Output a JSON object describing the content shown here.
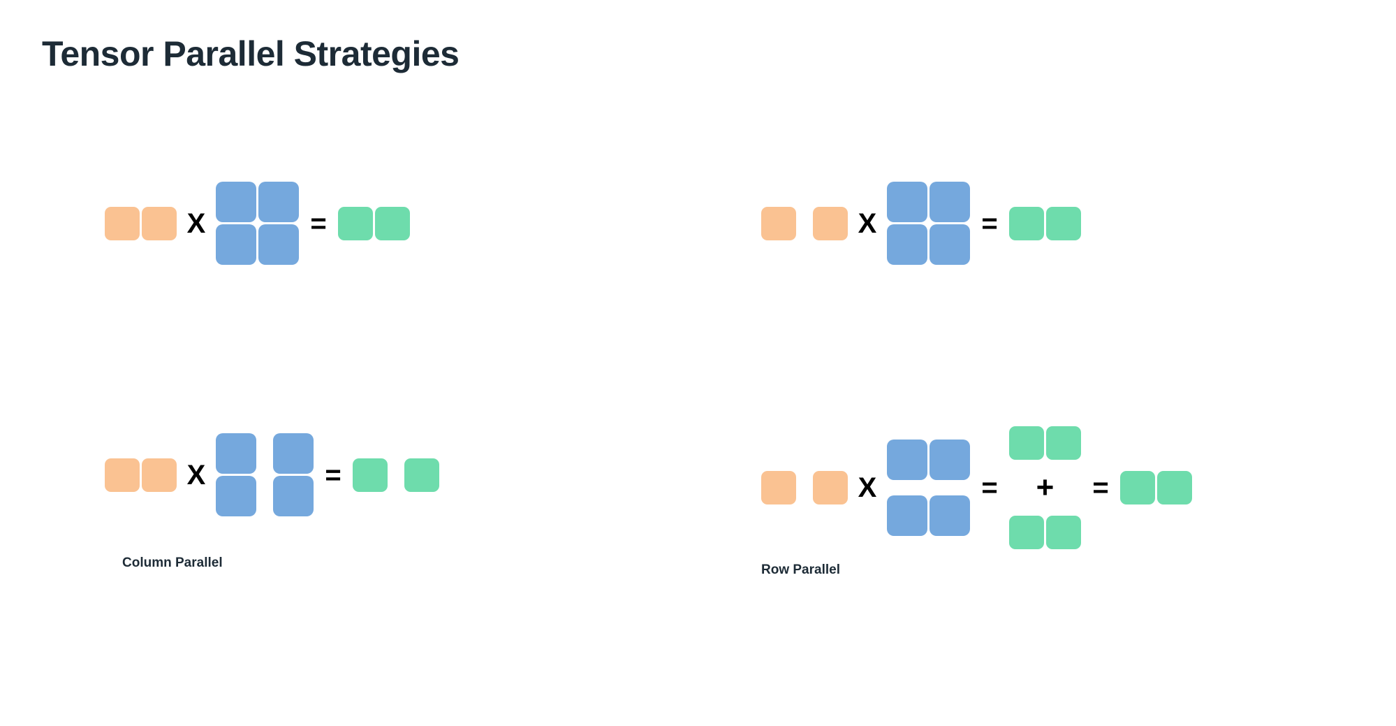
{
  "page": {
    "title": "Tensor Parallel Strategies",
    "background": "#ffffff"
  },
  "colors": {
    "activation_orange": "#fac292",
    "weight_blue": "#75a8dd",
    "output_green": "#6edcac",
    "text_dark": "#1d2b36",
    "operator_black": "#000000"
  },
  "operators": {
    "times": "X",
    "equals": "=",
    "plus": "+"
  },
  "panels": [
    {
      "id": "column-parallel",
      "caption": "Column Parallel",
      "rows": [
        {
          "id": "col-top",
          "description": "unsharded matmul",
          "operands": [
            {
              "kind": "activation",
              "color": "orange",
              "rows": 1,
              "cols": 2,
              "split": "none"
            },
            {
              "kind": "operator",
              "symbol": "X"
            },
            {
              "kind": "weight",
              "color": "blue",
              "rows": 2,
              "cols": 2,
              "split": "none"
            },
            {
              "kind": "operator",
              "symbol": "="
            },
            {
              "kind": "output",
              "color": "green",
              "rows": 1,
              "cols": 2,
              "split": "none"
            }
          ]
        },
        {
          "id": "col-bottom",
          "description": "weights sharded along columns",
          "operands": [
            {
              "kind": "activation",
              "color": "orange",
              "rows": 1,
              "cols": 2,
              "split": "none"
            },
            {
              "kind": "operator",
              "symbol": "X"
            },
            {
              "kind": "weight",
              "color": "blue",
              "rows": 2,
              "cols": 2,
              "split": "columns"
            },
            {
              "kind": "operator",
              "symbol": "="
            },
            {
              "kind": "output",
              "color": "green",
              "rows": 1,
              "cols": 2,
              "split": "columns"
            }
          ]
        }
      ]
    },
    {
      "id": "row-parallel",
      "caption": "Row Parallel",
      "rows": [
        {
          "id": "row-top",
          "description": "activations sharded along columns",
          "operands": [
            {
              "kind": "activation",
              "color": "orange",
              "rows": 1,
              "cols": 2,
              "split": "columns"
            },
            {
              "kind": "operator",
              "symbol": "X"
            },
            {
              "kind": "weight",
              "color": "blue",
              "rows": 2,
              "cols": 2,
              "split": "none"
            },
            {
              "kind": "operator",
              "symbol": "="
            },
            {
              "kind": "output",
              "color": "green",
              "rows": 1,
              "cols": 2,
              "split": "none"
            }
          ]
        },
        {
          "id": "row-bottom",
          "description": "weights sharded along rows, partial sums reduced",
          "operands": [
            {
              "kind": "activation",
              "color": "orange",
              "rows": 1,
              "cols": 2,
              "split": "columns"
            },
            {
              "kind": "operator",
              "symbol": "X"
            },
            {
              "kind": "weight",
              "color": "blue",
              "rows": 2,
              "cols": 2,
              "split": "rows"
            },
            {
              "kind": "operator",
              "symbol": "="
            },
            {
              "kind": "partial_sum",
              "color": "green",
              "terms": 2,
              "rows": 1,
              "cols": 2,
              "joiner": "+"
            },
            {
              "kind": "operator",
              "symbol": "="
            },
            {
              "kind": "output",
              "color": "green",
              "rows": 1,
              "cols": 2,
              "split": "none"
            }
          ]
        }
      ]
    }
  ]
}
